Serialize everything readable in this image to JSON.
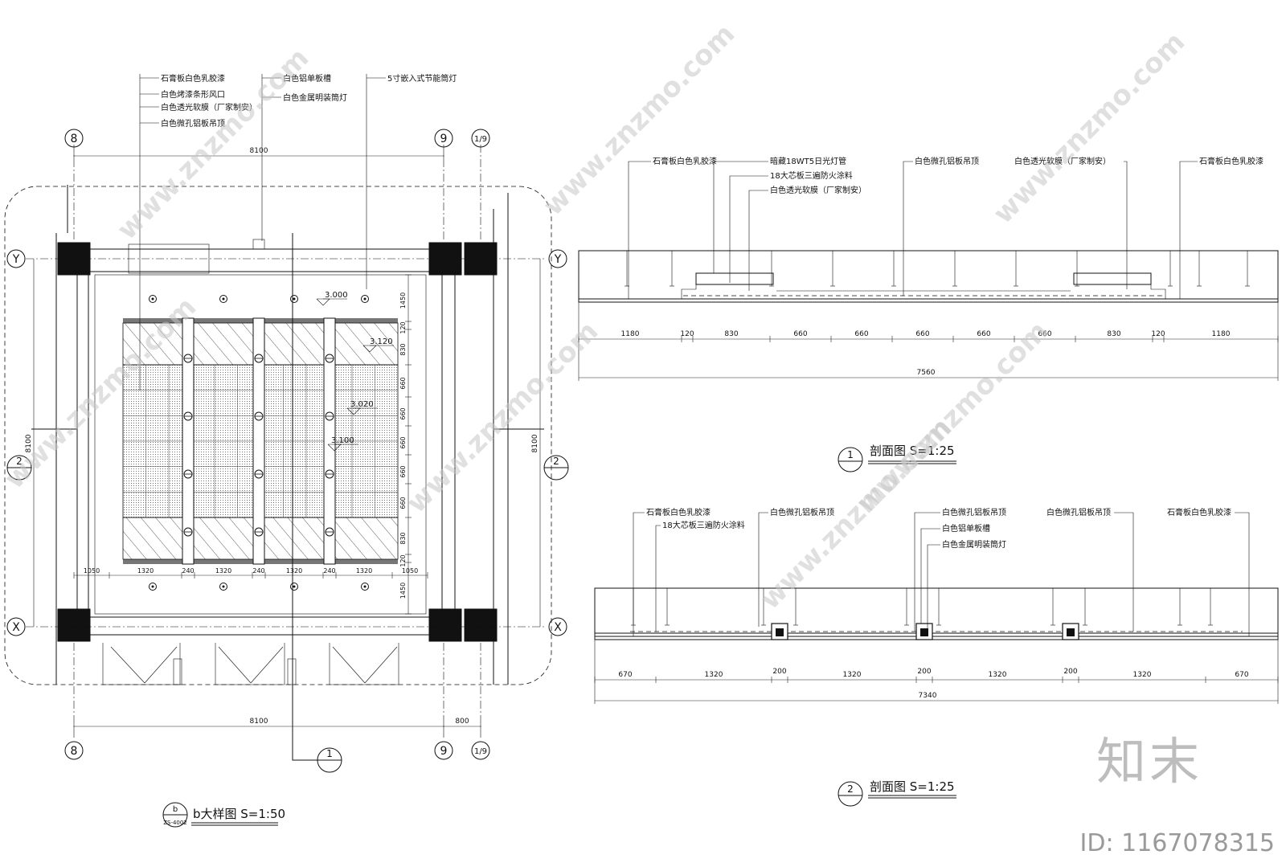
{
  "plan": {
    "leaders": [
      "石膏板白色乳胶漆",
      "白色烤漆条形风口",
      "白色透光软膜（厂家制安）",
      "白色微孔铝板吊顶",
      "白色铝单板槽",
      "白色金属明装筒灯",
      "5寸嵌入式节能筒灯"
    ],
    "grids": {
      "g8": "8",
      "g9": "9",
      "g19": "1/9",
      "gY": "Y",
      "gX": "X",
      "g2": "2",
      "g1": "1"
    },
    "dim_top": "8100",
    "dim_bottom": "8100",
    "dim_bottom_small": "800",
    "dim_left": "8100",
    "dim_right": "8100",
    "elevations": [
      "3.000",
      "3.120",
      "3.020",
      "3.100"
    ],
    "right_dims": [
      "1450",
      "120",
      "830",
      "660",
      "660",
      "660",
      "660",
      "660",
      "830",
      "120",
      "1450"
    ],
    "bottom_dims": [
      "1050",
      "1320",
      "240",
      "1320",
      "240",
      "1320",
      "240",
      "1320",
      "1050"
    ],
    "title": "b大样图  S=1:50",
    "tag_top": "b",
    "tag_bottom": "ZS-4002"
  },
  "section1": {
    "labels": [
      "石膏板白色乳胶漆",
      "暗藏18WT5日光灯管",
      "18大芯板三遍防火涂料",
      "白色透光软膜（厂家制安）",
      "白色微孔铝板吊顶",
      "白色透光软膜（厂家制安）",
      "石膏板白色乳胶漆"
    ],
    "dims": [
      "1180",
      "120",
      "830",
      "660",
      "660",
      "660",
      "660",
      "660",
      "830",
      "120",
      "1180"
    ],
    "total": "7560",
    "title": "剖面图  S=1:25",
    "tag": "1"
  },
  "section2": {
    "labels": [
      "石膏板白色乳胶漆",
      "18大芯板三遍防火涂料",
      "白色微孔铝板吊顶",
      "白色微孔铝板吊顶",
      "白色铝单板槽",
      "白色金属明装筒灯",
      "白色微孔铝板吊顶",
      "石膏板白色乳胶漆"
    ],
    "dims": [
      "670",
      "1320",
      "200",
      "1320",
      "200",
      "1320",
      "200",
      "1320",
      "670"
    ],
    "total": "7340",
    "title": "剖面图  S=1:25",
    "tag": "2"
  },
  "watermark": "www.znzmo.com",
  "brand": "知末",
  "id_label": "ID: 1167078315"
}
